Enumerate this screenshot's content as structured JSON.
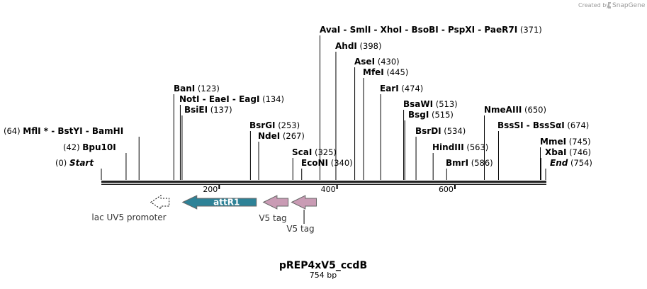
{
  "credit": {
    "text": "Created by",
    "brand": "SnapGene",
    "logo_icon": "snapgene-logo-icon"
  },
  "map": {
    "title": "pREP4xV5_ccdB",
    "length_label": "754 bp",
    "length_bp": 754,
    "ticks": [
      {
        "bp": 200,
        "label": "200"
      },
      {
        "bp": 400,
        "label": "400"
      },
      {
        "bp": 600,
        "label": "600"
      }
    ]
  },
  "sites": [
    {
      "bp": 0,
      "parts": [
        "Start"
      ],
      "pos_label": "(0)",
      "italic": true
    },
    {
      "bp": 42,
      "parts": [
        "Bpu10I"
      ],
      "pos_label": "(42)"
    },
    {
      "bp": 64,
      "parts": [
        "MflI *",
        "BstYI",
        "BamHI"
      ],
      "pos_label": "(64)"
    },
    {
      "bp": 123,
      "parts": [
        "BanI"
      ],
      "pos_label": "(123)"
    },
    {
      "bp": 134,
      "parts": [
        "NotI",
        "EaeI",
        "EagI"
      ],
      "pos_label": "(134)"
    },
    {
      "bp": 137,
      "parts": [
        "BsiEI"
      ],
      "pos_label": "(137)"
    },
    {
      "bp": 253,
      "parts": [
        "BsrGI"
      ],
      "pos_label": "(253)"
    },
    {
      "bp": 267,
      "parts": [
        "NdeI"
      ],
      "pos_label": "(267)"
    },
    {
      "bp": 325,
      "parts": [
        "ScaI"
      ],
      "pos_label": "(325)"
    },
    {
      "bp": 340,
      "parts": [
        "EcoNI"
      ],
      "pos_label": "(340)"
    },
    {
      "bp": 371,
      "parts": [
        "AvaI",
        "SmlI",
        "XhoI",
        "BsoBI",
        "PspXI",
        "PaeR7I"
      ],
      "pos_label": "(371)"
    },
    {
      "bp": 398,
      "parts": [
        "AhdI"
      ],
      "pos_label": "(398)"
    },
    {
      "bp": 430,
      "parts": [
        "AseI"
      ],
      "pos_label": "(430)"
    },
    {
      "bp": 445,
      "parts": [
        "MfeI"
      ],
      "pos_label": "(445)"
    },
    {
      "bp": 474,
      "parts": [
        "EarI"
      ],
      "pos_label": "(474)"
    },
    {
      "bp": 513,
      "parts": [
        "BsaWI"
      ],
      "pos_label": "(513)"
    },
    {
      "bp": 515,
      "parts": [
        "BsgI"
      ],
      "pos_label": "(515)"
    },
    {
      "bp": 534,
      "parts": [
        "BsrDI"
      ],
      "pos_label": "(534)"
    },
    {
      "bp": 563,
      "parts": [
        "HindIII"
      ],
      "pos_label": "(563)"
    },
    {
      "bp": 586,
      "parts": [
        "BmrI"
      ],
      "pos_label": "(586)"
    },
    {
      "bp": 650,
      "parts": [
        "NmeAIII"
      ],
      "pos_label": "(650)"
    },
    {
      "bp": 674,
      "parts": [
        "BssSI",
        "BssSαI"
      ],
      "pos_label": "(674)"
    },
    {
      "bp": 745,
      "parts": [
        "MmeI"
      ],
      "pos_label": "(745)"
    },
    {
      "bp": 746,
      "parts": [
        "XbaI"
      ],
      "pos_label": "(746)"
    },
    {
      "bp": 754,
      "parts": [
        "End"
      ],
      "pos_label": "(754)",
      "italic": true
    }
  ],
  "features": [
    {
      "name": "attR1",
      "start": 138,
      "end": 263,
      "direction": "reverse",
      "color": "#2e8297",
      "label_inside": true
    },
    {
      "name": "V5 tag",
      "start": 275,
      "end": 317,
      "direction": "reverse",
      "color": "#c99bb4",
      "label_inside": false
    },
    {
      "name": "V5 tag",
      "start": 323,
      "end": 365,
      "direction": "reverse",
      "color": "#c99bb4",
      "label_inside": false
    },
    {
      "name": "lac UV5 promoter",
      "start": 84,
      "end": 115,
      "direction": "reverse",
      "color": "#ffffff",
      "label_inside": false
    }
  ]
}
